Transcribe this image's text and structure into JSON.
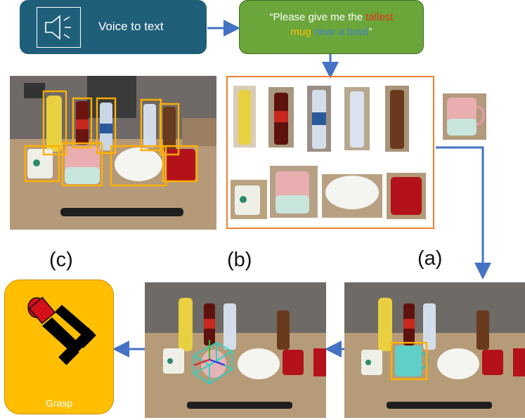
{
  "voice_box": {
    "label": "Voice to text",
    "icon": "speaker-icon"
  },
  "query": {
    "open_quote": "“",
    "prefix": "Please give me the ",
    "word_tallest": "tallest",
    "word_mug": "mug",
    "word_near": "near a bowl",
    "close_quote": "”",
    "colors": {
      "tallest": "#e8321e",
      "mug": "#ffc000",
      "near": "#4a7fd0",
      "plain": "#ffffff"
    }
  },
  "panels": {
    "a": "(a)",
    "b": "(b)",
    "c": "(c)"
  },
  "grasp": {
    "label": "Grasp"
  },
  "colors": {
    "voice_fill": "#1f5f7a",
    "query_fill": "#6aa63a",
    "arrow": "#4472c4",
    "crop_frame": "#f08030",
    "detection_box": "#ffb000",
    "grasp_fill": "#ffbf00",
    "bbox3d": "#22d3c8"
  }
}
